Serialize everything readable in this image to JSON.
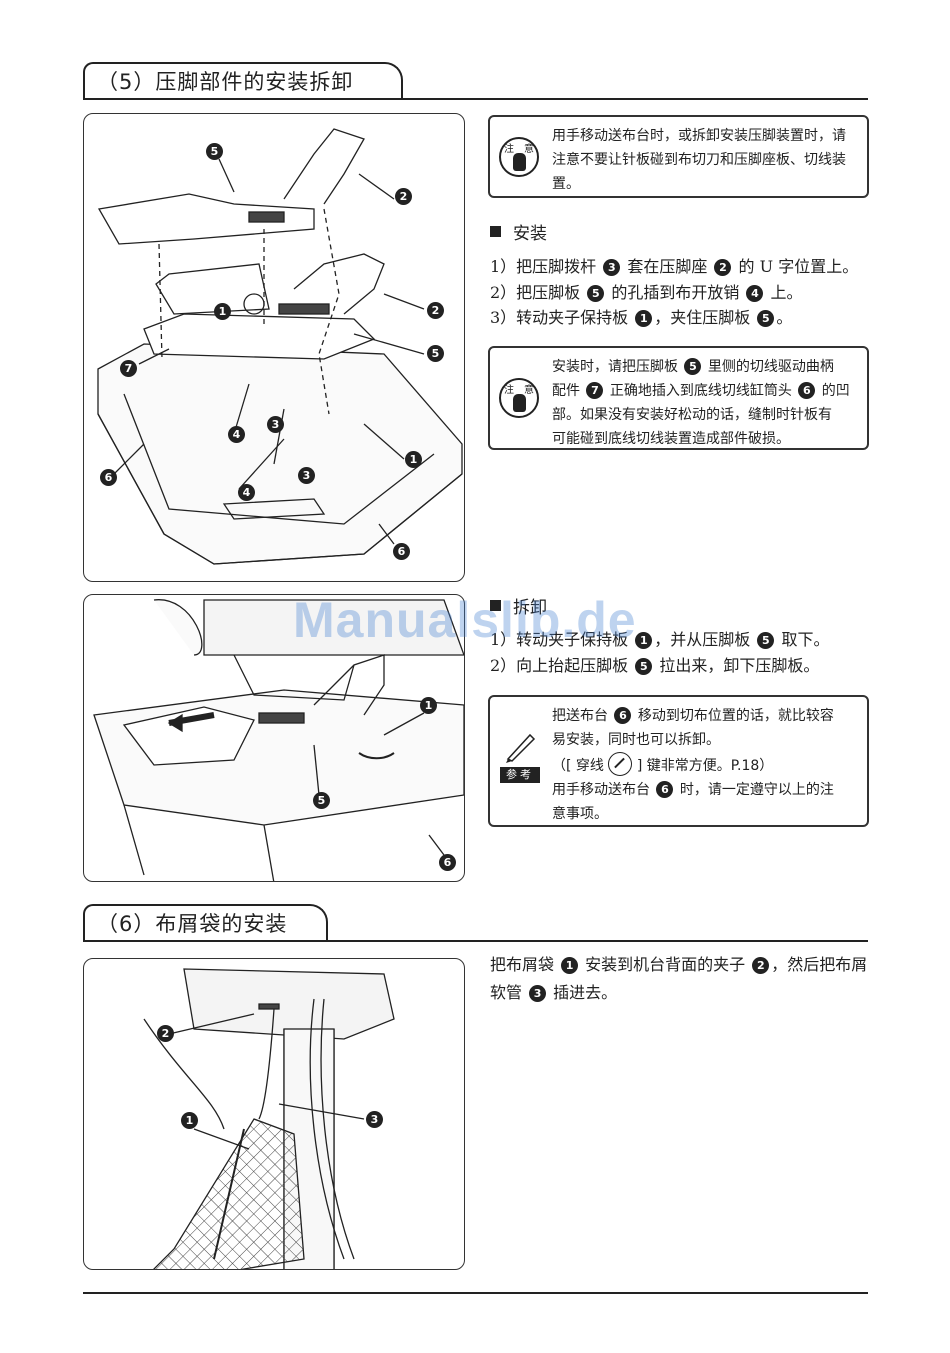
{
  "section5": {
    "title": "（5）压脚部件的安装拆卸"
  },
  "section6": {
    "title": "（6）布屑袋的安装"
  },
  "caution1": {
    "icon_left": "注",
    "icon_right": "意",
    "text": "用手移动送布台时，或拆卸安装压脚装置时，请注意不要让针板碰到布切刀和压脚座板、切线装置。"
  },
  "install": {
    "heading": "安装",
    "steps": [
      {
        "pre": "1）把压脚拨杆 ",
        "n1": "3",
        "mid": " 套在压脚座 ",
        "n2": "2",
        "post": " 的 U 字位置上。"
      },
      {
        "pre": "2）把压脚板 ",
        "n1": "5",
        "mid": " 的孔插到布开放销 ",
        "n2": "4",
        "post": " 上。"
      },
      {
        "pre": "3）转动夹子保持板 ",
        "n1": "1",
        "mid": "，夹住压脚板 ",
        "n2": "5",
        "post": "。"
      }
    ]
  },
  "caution2": {
    "icon_left": "注",
    "icon_right": "意",
    "line1_pre": "安装时，请把压脚板 ",
    "line1_n": "5",
    "line1_post": " 里侧的切线驱动曲柄",
    "line2_pre": "配件 ",
    "line2_n1": "7",
    "line2_mid": " 正确地插入到底线切线缸筒头 ",
    "line2_n2": "6",
    "line2_post": " 的凹",
    "line3": "部。如果没有安装好松动的话，缝制时针板有",
    "line4": "可能碰到底线切线装置造成部件破损。"
  },
  "removal": {
    "heading": "拆卸",
    "steps": [
      {
        "pre": "1）转动夹子保持板 ",
        "n1": "1",
        "mid": "，并从压脚板 ",
        "n2": "5",
        "post": " 取下。"
      },
      {
        "pre": "2）向上抬起压脚板 ",
        "n1": "5",
        "mid": " 拉出来，卸下压脚板。",
        "n2": "",
        "post": ""
      }
    ]
  },
  "reference": {
    "icon_label": "参考",
    "line1_pre": "把送布台 ",
    "line1_n": "6",
    "line1_post": " 移动到切布位置的话，就比较容",
    "line2": "易安装，同时也可以拆卸。",
    "line3_pre": "（[ 穿线 ",
    "line3_post": " ] 键非常方便。P.18）",
    "line4_pre": "用手移动送布台 ",
    "line4_n": "6",
    "line4_post": " 时，请一定遵守以上的注",
    "line5": "意事项。"
  },
  "dustbag": {
    "text_pre": "把布屑袋 ",
    "n1": "1",
    "text_mid": " 安装到机台背面的夹子 ",
    "n2": "2",
    "text_mid2": "，然后把布屑",
    "line2_pre": "软管 ",
    "n3": "3",
    "line2_post": " 插进去。"
  },
  "figure1_callouts": [
    "5",
    "2",
    "2",
    "1",
    "5",
    "7",
    "4",
    "3",
    "1",
    "3",
    "4",
    "6",
    "6"
  ],
  "figure2_callouts": [
    "1",
    "5",
    "6"
  ],
  "figure3_callouts": [
    "2",
    "1",
    "3"
  ],
  "watermark": "Manualslib.de"
}
